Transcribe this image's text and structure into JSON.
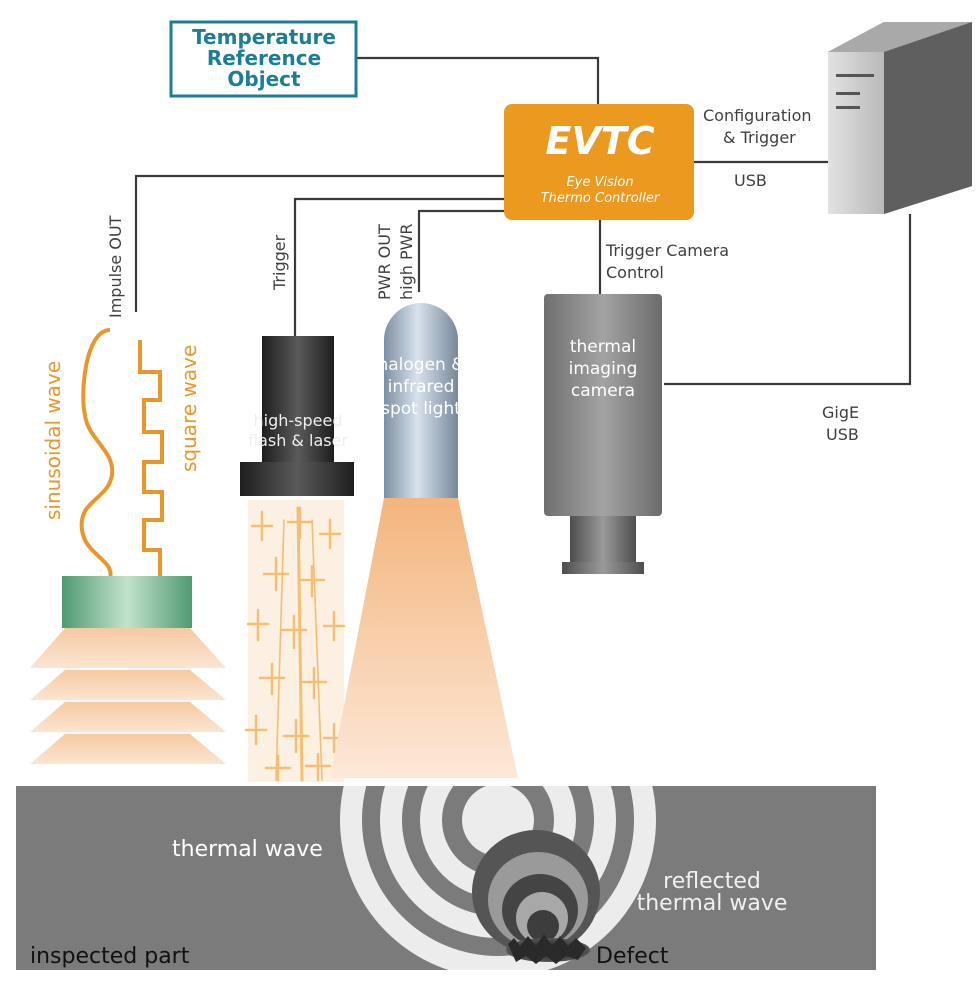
{
  "temperature_reference": [
    "Temperature",
    "Reference",
    "Object"
  ],
  "evtc": {
    "title": "EVTC",
    "subtitle_line1": "Eye Vision",
    "subtitle_line2": "Thermo Controller"
  },
  "connections": {
    "config_trigger_line1": "Configuration",
    "config_trigger_line2": "& Trigger",
    "usb": "USB",
    "trigger_camera_line1": "Trigger Camera",
    "trigger_camera_line2": "Control",
    "gige": "GigE",
    "usb2": "USB",
    "impulse_out": "Impulse OUT",
    "trigger": "Trigger",
    "pwr_out": "PWR OUT",
    "high_pwr": "high PWR"
  },
  "devices": {
    "flash_line1": "high-speed",
    "flash_line2": "flash & laser",
    "halogen_line1": "halogen &",
    "halogen_line2": "infrared",
    "halogen_line3": "spot light",
    "camera_line1": "thermal",
    "camera_line2": "imaging",
    "camera_line3": "camera"
  },
  "waves": {
    "sinusoidal": "sinusoidal wave",
    "square": "square wave"
  },
  "part": {
    "thermal_wave": "thermal wave",
    "reflected_line1": "reflected",
    "reflected_line2": "thermal wave",
    "inspected": "inspected part",
    "defect": "Defect"
  },
  "colors": {
    "evtc_orange": "#ec9a1f",
    "ref_border": "#1c7e95",
    "wave_orange": "#e8982a",
    "part_gray": "#7b7b7b",
    "camera_gray": "#8a8a8a"
  }
}
